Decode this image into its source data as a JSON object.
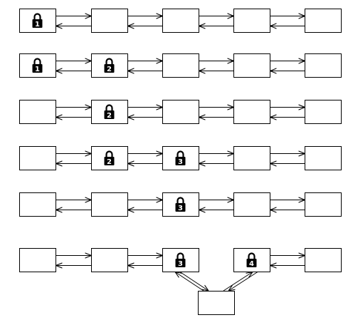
{
  "diagram": {
    "kind": "doubly-linked-list hand-over-hand locking",
    "rows": [
      {
        "locks": [
          {
            "node": 0,
            "label": "1"
          }
        ]
      },
      {
        "locks": [
          {
            "node": 0,
            "label": "1"
          },
          {
            "node": 1,
            "label": "2"
          }
        ]
      },
      {
        "locks": [
          {
            "node": 1,
            "label": "2"
          }
        ]
      },
      {
        "locks": [
          {
            "node": 1,
            "label": "2"
          },
          {
            "node": 2,
            "label": "3"
          }
        ]
      },
      {
        "locks": [
          {
            "node": 2,
            "label": "3"
          }
        ]
      },
      {
        "locks": [
          {
            "node": 2,
            "label": "3"
          },
          {
            "node": 3,
            "label": "4"
          }
        ],
        "detached_link": {
          "between_nodes": [
            2,
            3
          ]
        }
      }
    ],
    "nodes_per_row": 5,
    "colors": {
      "stroke": "#000000",
      "lock": "#000000",
      "lock_text": "#ffffff",
      "background": "#ffffff"
    },
    "icon": "padlock-icon"
  }
}
